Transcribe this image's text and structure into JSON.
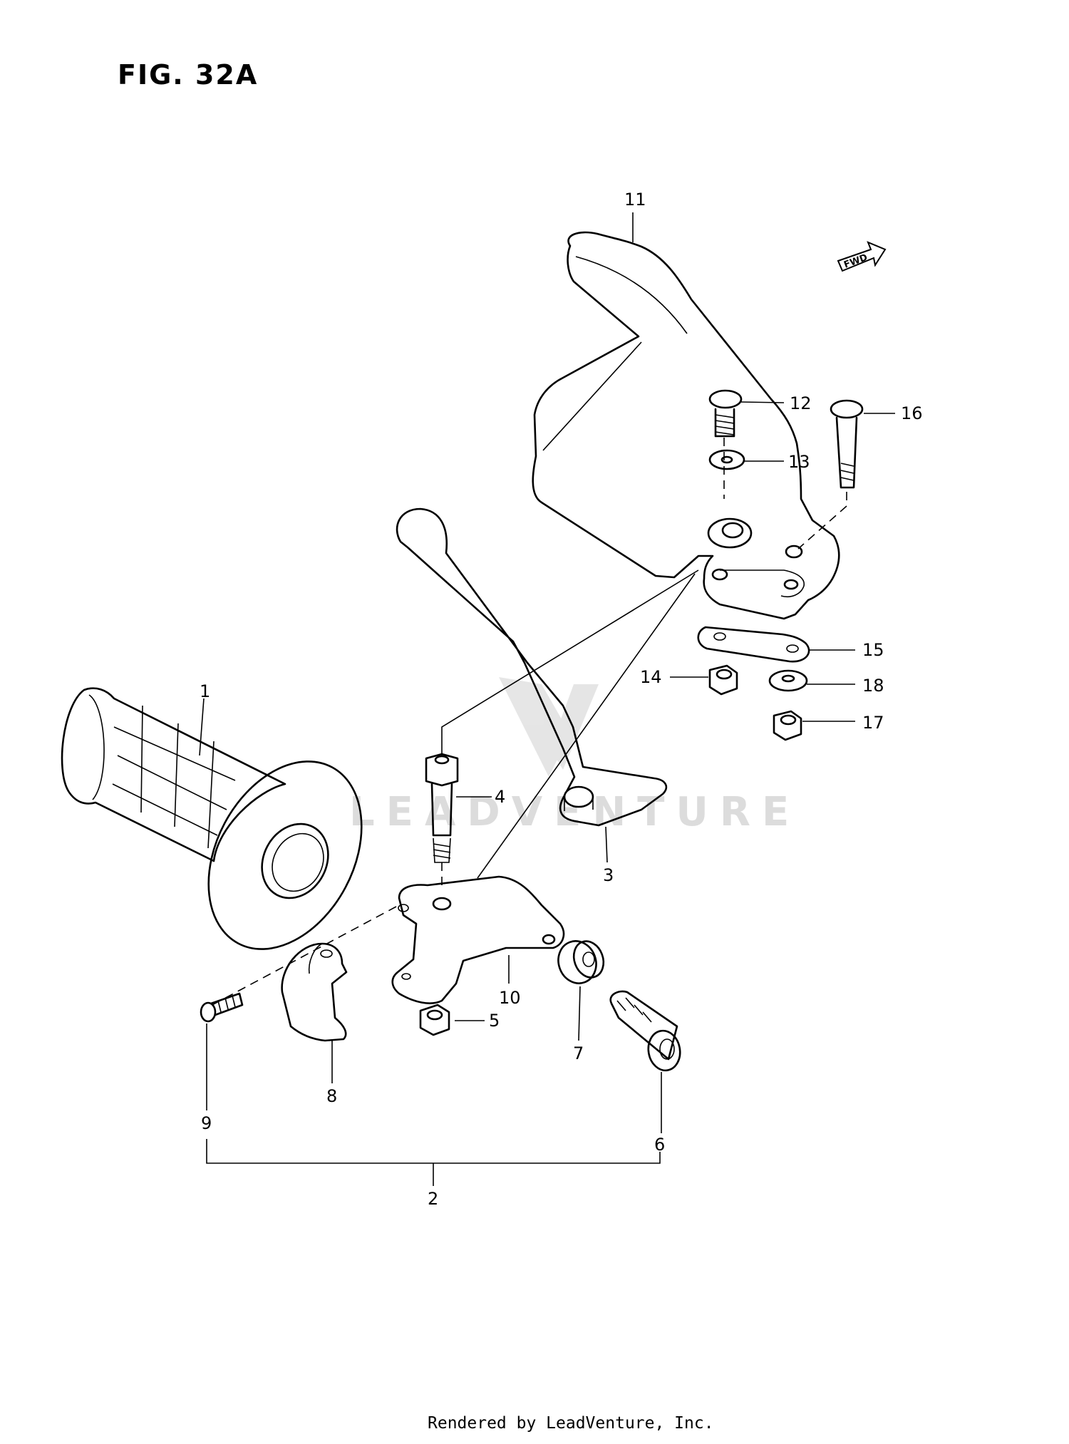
{
  "figure_label": "FIG. 32A",
  "direction_marker": "FWD",
  "watermark_text": "LEADVENTURE",
  "footer": "Rendered by LeadVenture, Inc.",
  "callouts": {
    "c1": "1",
    "c2": "2",
    "c3": "3",
    "c4": "4",
    "c5": "5",
    "c6": "6",
    "c7": "7",
    "c8": "8",
    "c9": "9",
    "c10": "10",
    "c11": "11",
    "c12": "12",
    "c13": "13",
    "c14": "14",
    "c15": "15",
    "c16": "16",
    "c17": "17",
    "c18": "18"
  }
}
